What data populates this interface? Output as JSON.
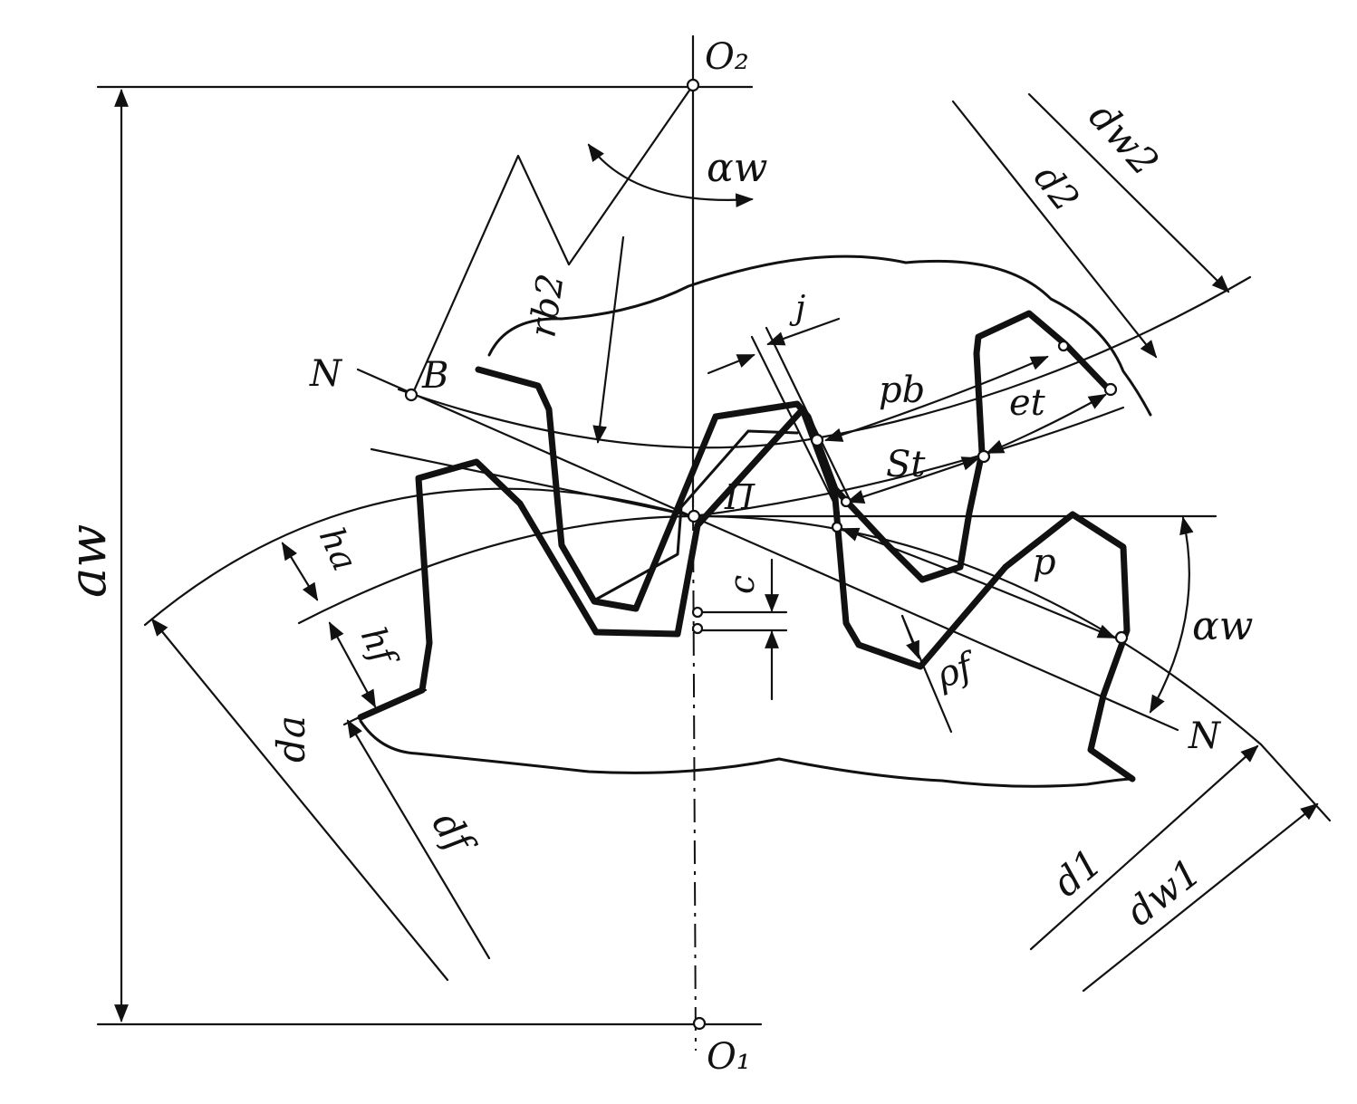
{
  "labels": {
    "O2": "O₂",
    "O1": "O₁",
    "aw_left": "aw",
    "alpha_w_top": "αw",
    "alpha_w_right": "αw",
    "dw2": "dw2",
    "d2": "d2",
    "rb2": "rb2",
    "j": "j",
    "N_left": "N",
    "B": "B",
    "pb": "pb",
    "et": "et",
    "St": "St",
    "Pi": "П",
    "p": "p",
    "ha": "ha",
    "hf": "hf",
    "c": "c",
    "rho_f": "ρf",
    "N_right": "N",
    "da": "da",
    "df": "df",
    "d1": "d1",
    "dw1": "dw1"
  },
  "colors": {
    "ink": "#111111",
    "paper": "#ffffff"
  }
}
